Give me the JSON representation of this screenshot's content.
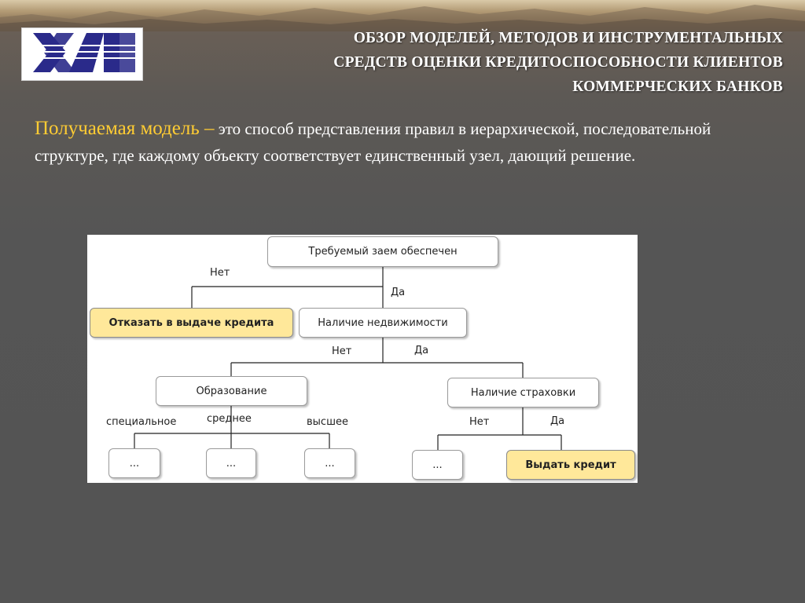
{
  "header": {
    "title_lines": [
      "ОБЗОР МОДЕЛЕЙ, МЕТОДОВ И ИНСТРУМЕНТАЛЬНЫХ",
      "СРЕДСТВ ОЦЕНКИ КРЕДИТОСПОСОБНОСТИ КЛИЕНТОВ",
      "КОММЕРЧЕСКИХ БАНКОВ"
    ],
    "logo_icon": "xai-logo-icon"
  },
  "intro": {
    "term": "Получаемая модель –",
    "text": " это способ представления правил в иерархической, последовательной структуре, где каждому объекту соответствует единственный узел, дающий решение."
  },
  "diagram": {
    "nodes": {
      "root": "Требуемый заем обеспечен",
      "refuse": "Отказать в выдаче кредита",
      "property": "Наличие недвижимости",
      "education": "Образование",
      "insurance": "Наличие страховки",
      "leaf_special": "...",
      "leaf_secondary": "...",
      "leaf_higher": "...",
      "leaf_no_insurance": "...",
      "grant": "Выдать кредит"
    },
    "edges": {
      "root_no": "Нет",
      "root_yes": "Да",
      "property_no": "Нет",
      "property_yes": "Да",
      "edu_special": "специальное",
      "edu_secondary": "среднее",
      "edu_higher": "высшее",
      "insurance_no": "Нет",
      "insurance_yes": "Да"
    },
    "colors": {
      "highlight": "#ffe89a",
      "term": "#ffcc33"
    }
  }
}
